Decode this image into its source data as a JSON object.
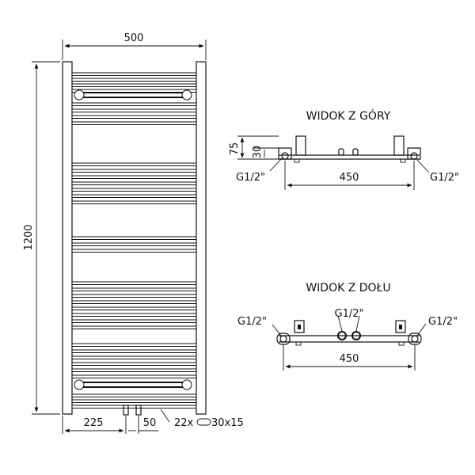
{
  "front_view": {
    "width_label": "500",
    "height_label": "1200",
    "offset_left_label": "225",
    "offset_spacing_label": "50",
    "bar_section_label": "22x",
    "bar_size_label": "30x15"
  },
  "top_view": {
    "title": "WIDOK Z GÓRY",
    "depth_label": "75",
    "pipe_depth_label": "30",
    "connector_left_label": "G1/2\"",
    "connector_right_label": "G1/2\"",
    "spacing_label": "450"
  },
  "bottom_view": {
    "title": "WIDOK Z DOŁU",
    "connector_left_label": "G1/2\"",
    "connector_center_label": "G1/2\"",
    "connector_right_label": "G1/2\"",
    "spacing_label": "450"
  }
}
